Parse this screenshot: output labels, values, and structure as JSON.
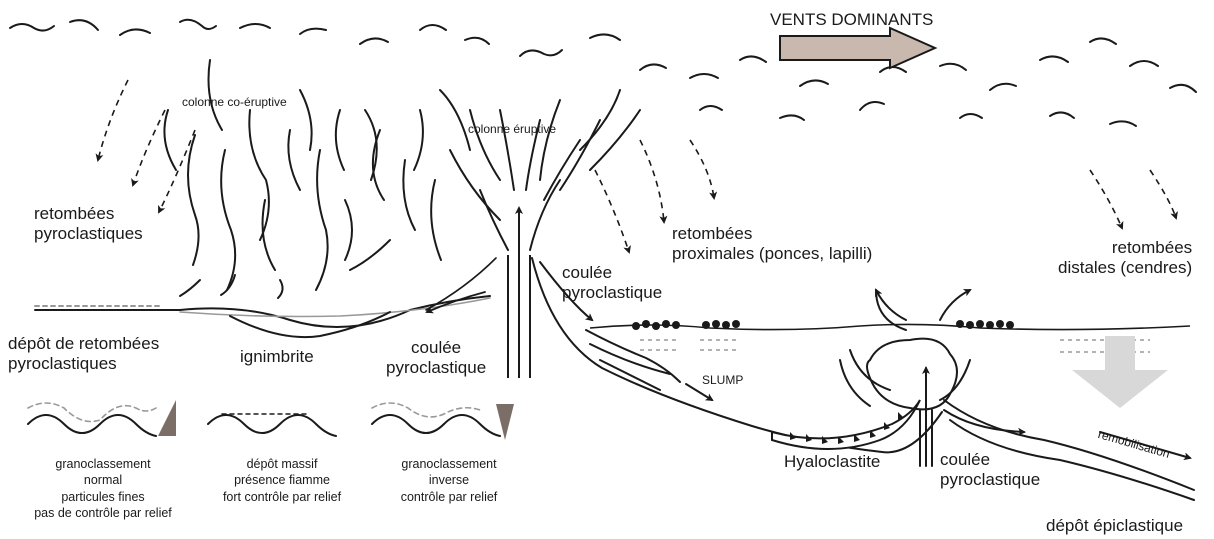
{
  "wind": {
    "label": "VENTS DOMINANTS"
  },
  "columns": {
    "co_eruptive": "colonne co-éruptive",
    "eruptive": "colonne éruptive"
  },
  "fallout": {
    "pyroclastic": [
      "retombées",
      "pyroclastiques"
    ],
    "proximal": [
      "retombées",
      "proximales (ponces, lapilli)"
    ],
    "distal": [
      "retombées",
      "distales (cendres)"
    ]
  },
  "land": {
    "fallout_deposit": [
      "dépôt de retombées",
      "pyroclastiques"
    ],
    "ignimbrite": "ignimbrite",
    "flow_left": [
      "coulée",
      "pyroclastique"
    ],
    "flow_top": [
      "coulée",
      "pyroclastique"
    ]
  },
  "sea": {
    "slump": "SLUMP",
    "hyaloclastite": "Hyaloclastite",
    "flow_underwater": [
      "coulée",
      "pyroclastique"
    ],
    "remobilisation": "remobilisation",
    "epiclastic": "dépôt épiclastique"
  },
  "legend": [
    {
      "lines": [
        "granoclassement",
        "normal",
        "particules fines",
        "pas de contrôle par relief"
      ]
    },
    {
      "lines": [
        "dépôt massif",
        "présence fiamme",
        "fort contrôle par relief"
      ]
    },
    {
      "lines": [
        "granoclassement",
        "inverse",
        "contrôle par relief"
      ]
    }
  ],
  "colors": {
    "ink": "#1a1a1a",
    "arrow_fill": "#c8b8ae",
    "triangle": "#7a6e66",
    "grey_arrow": "#d8d8d8",
    "dashes": "#999999"
  }
}
